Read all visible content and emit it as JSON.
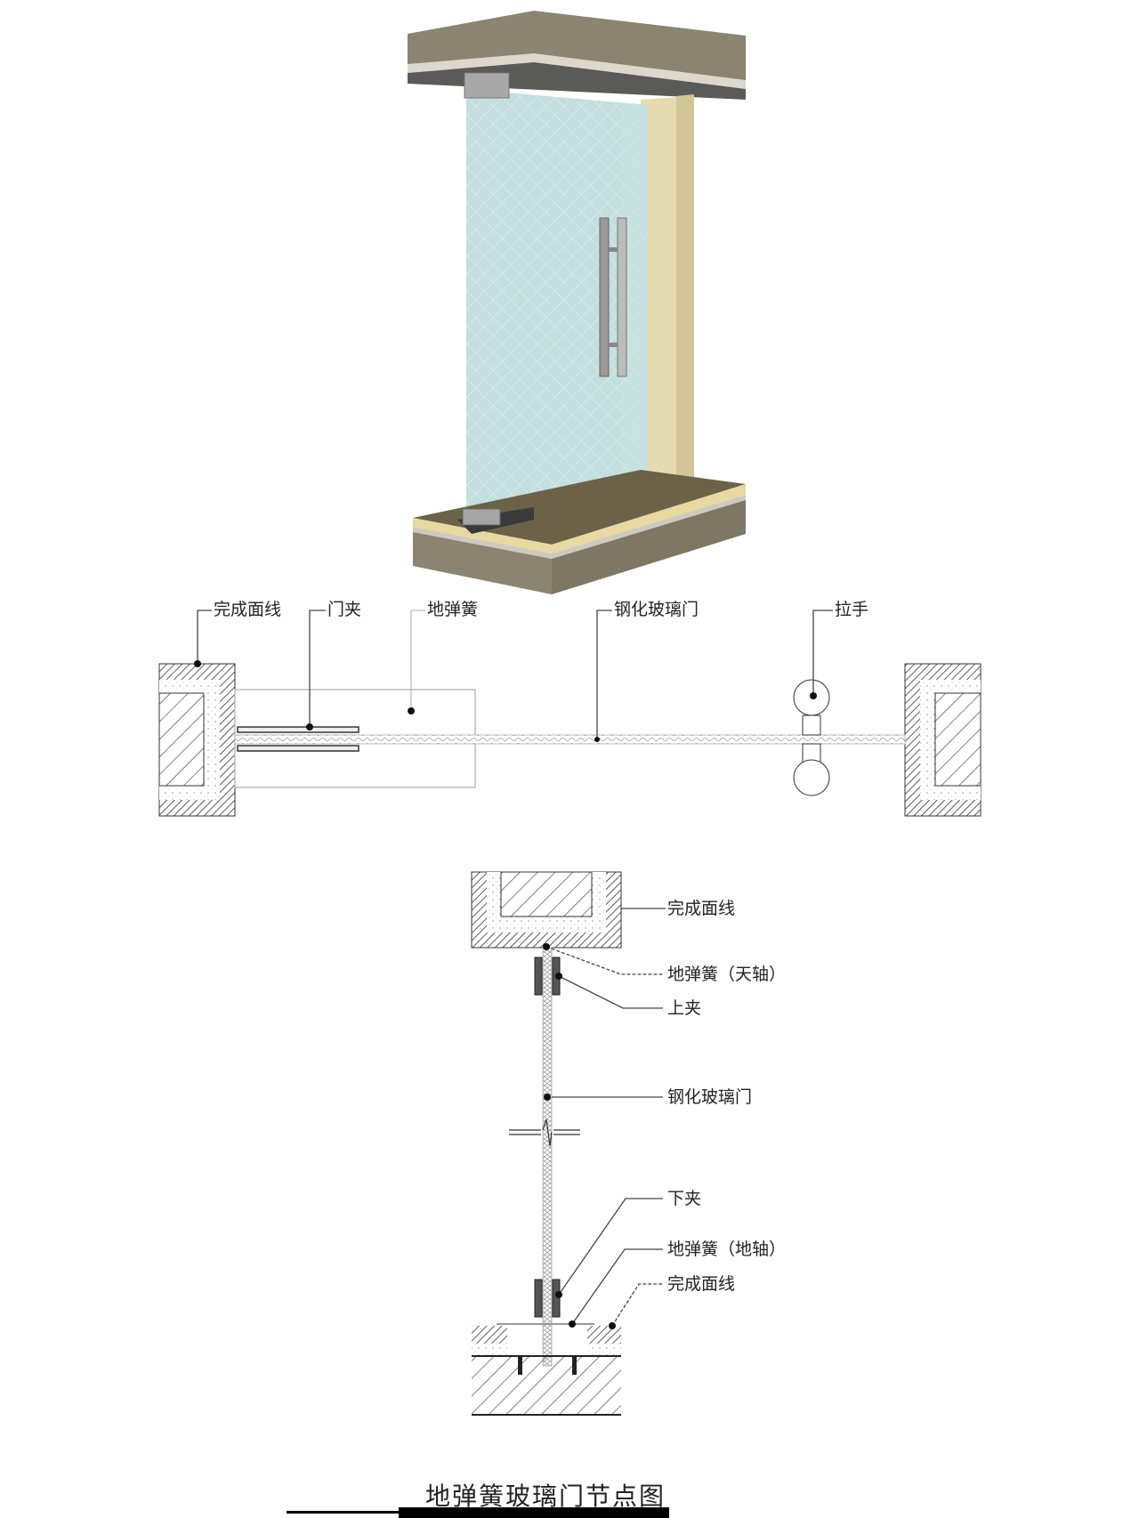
{
  "plan_view": {
    "labels": {
      "finish_line": "完成面线",
      "door_clamp": "门夹",
      "floor_spring": "地弹簧",
      "tempered_glass_door": "钢化玻璃门",
      "handle": "拉手"
    }
  },
  "section_view": {
    "labels": {
      "finish_line_top": "完成面线",
      "floor_spring_top_pivot": "地弹簧（天轴）",
      "top_clamp": "上夹",
      "tempered_glass_door": "钢化玻璃门",
      "bottom_clamp": "下夹",
      "floor_spring_floor_pivot": "地弹簧（地轴）",
      "finish_line_bottom": "完成面线"
    }
  },
  "caption": {
    "title": "地弹簧玻璃门节点图"
  },
  "colors": {
    "concrete": "#8a8470",
    "ceiling_underside": "#5a5a58",
    "glass": "#bcd8d8",
    "stone_column": "#e6dbb0",
    "floor_top": "#6b6248",
    "metal": "#9a9a9a",
    "line": "#222222"
  }
}
